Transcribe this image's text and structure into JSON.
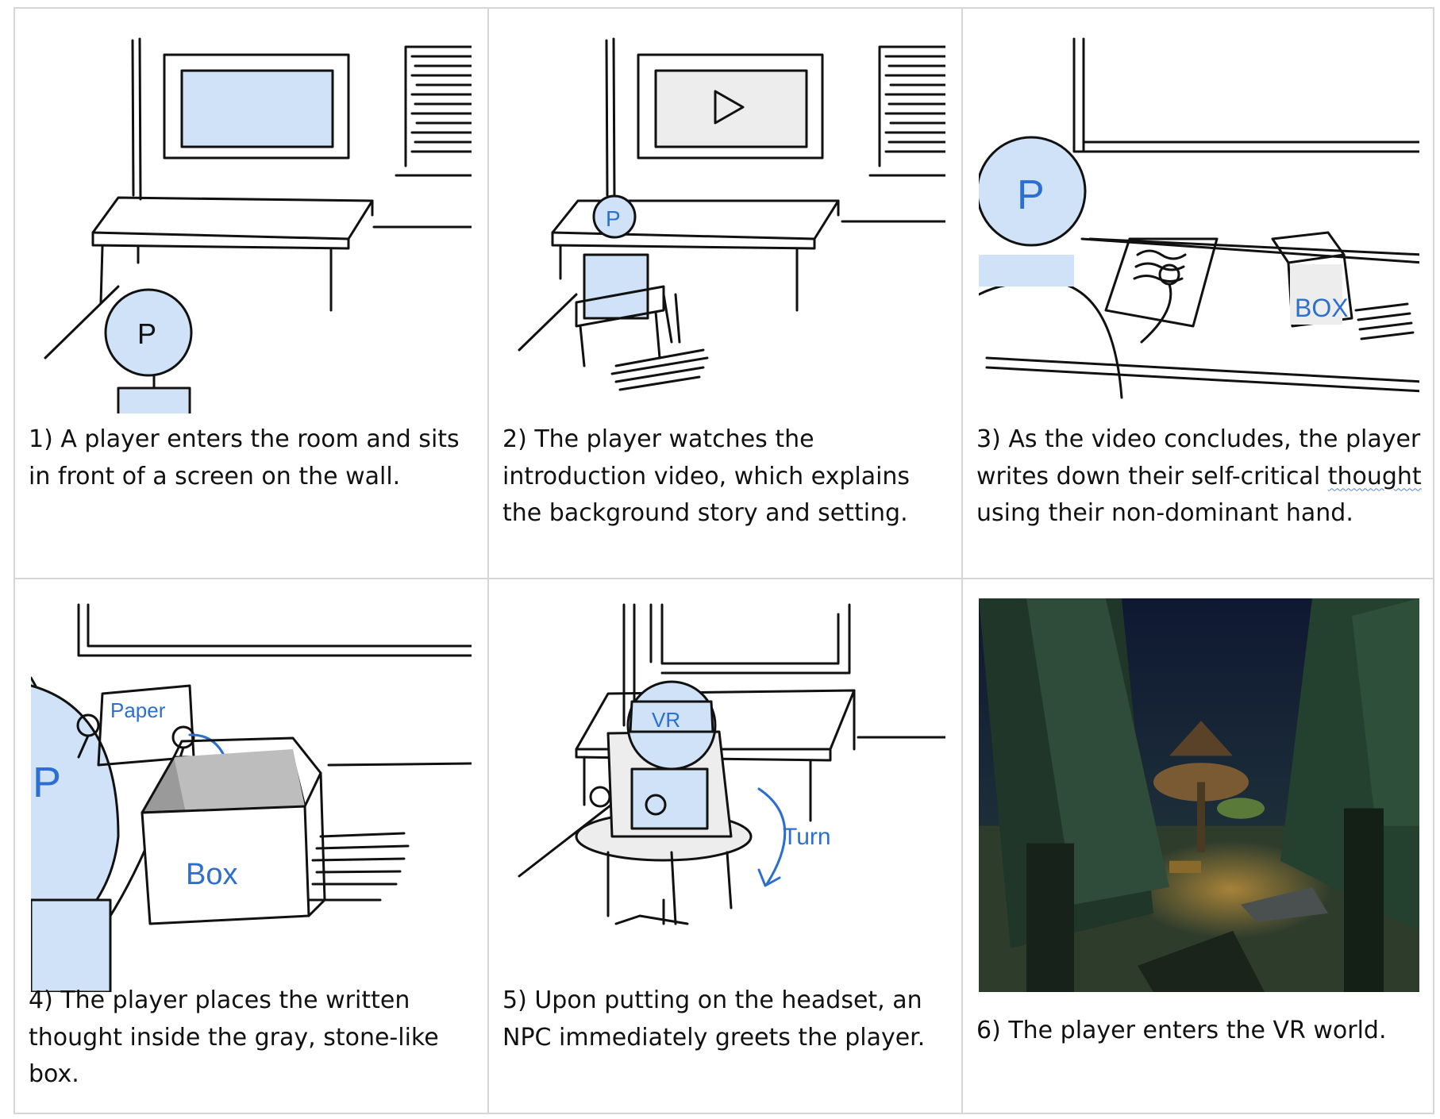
{
  "panels": [
    {
      "caption": "1) A player enters the room and sits in front of a screen on the wall.",
      "labels": {
        "person": "P"
      }
    },
    {
      "caption": "2) The player watches the introduction video, which explains the background story and setting.",
      "labels": {
        "person": "P"
      }
    },
    {
      "caption_before": "3) As the video concludes, the player writes down their self-critical ",
      "caption_flagged": "thought",
      "caption_after": " using their non-dominant hand.",
      "labels": {
        "person": "P",
        "box": "BOX"
      }
    },
    {
      "caption": "4) The player places the written thought inside the gray, stone-like box.",
      "labels": {
        "person": "P",
        "paper": "Paper",
        "box": "Box"
      }
    },
    {
      "caption": "5) Upon putting on the headset, an NPC immediately greets the player.",
      "labels": {
        "headset": "VR",
        "turn": "Turn"
      }
    },
    {
      "caption": "6) The player enters the VR world."
    }
  ],
  "colors": {
    "sketch_blue": "#cfe2f7",
    "ink_blue": "#2d6fd1",
    "ink": "#111111",
    "border": "#d6d6d6"
  }
}
